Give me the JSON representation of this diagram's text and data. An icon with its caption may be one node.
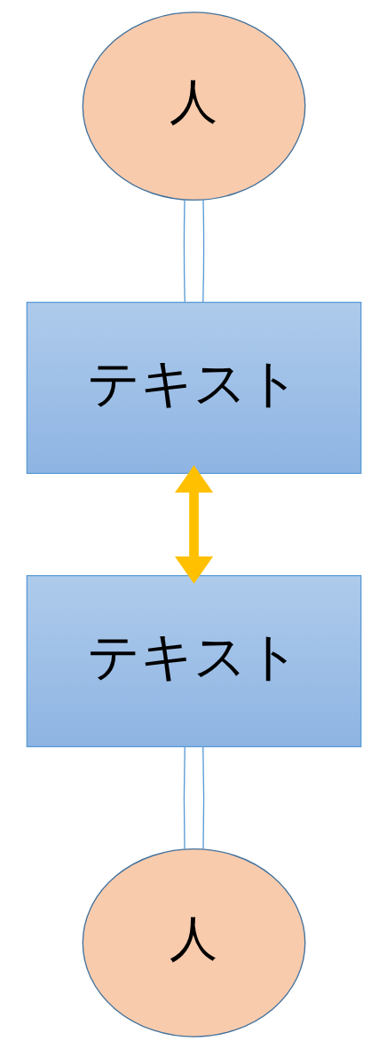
{
  "diagram": {
    "nodes": [
      {
        "text": [
          "人"
        ]
      },
      {
        "text": [
          "テキスト"
        ]
      },
      {
        "text": [
          "テキスト"
        ]
      },
      {
        "text": [
          "人"
        ]
      }
    ],
    "edges": [
      {
        "from": 0,
        "to": 1,
        "arrow": "none"
      },
      {
        "from": 0,
        "to": 1,
        "arrow": "none"
      },
      {
        "from": 1,
        "to": 2,
        "arrow": "both",
        "style": "thick",
        "color": "#ffc000"
      },
      {
        "from": 2,
        "to": 3,
        "arrow": "none"
      },
      {
        "from": 2,
        "to": 3,
        "arrow": "none"
      }
    ]
  }
}
